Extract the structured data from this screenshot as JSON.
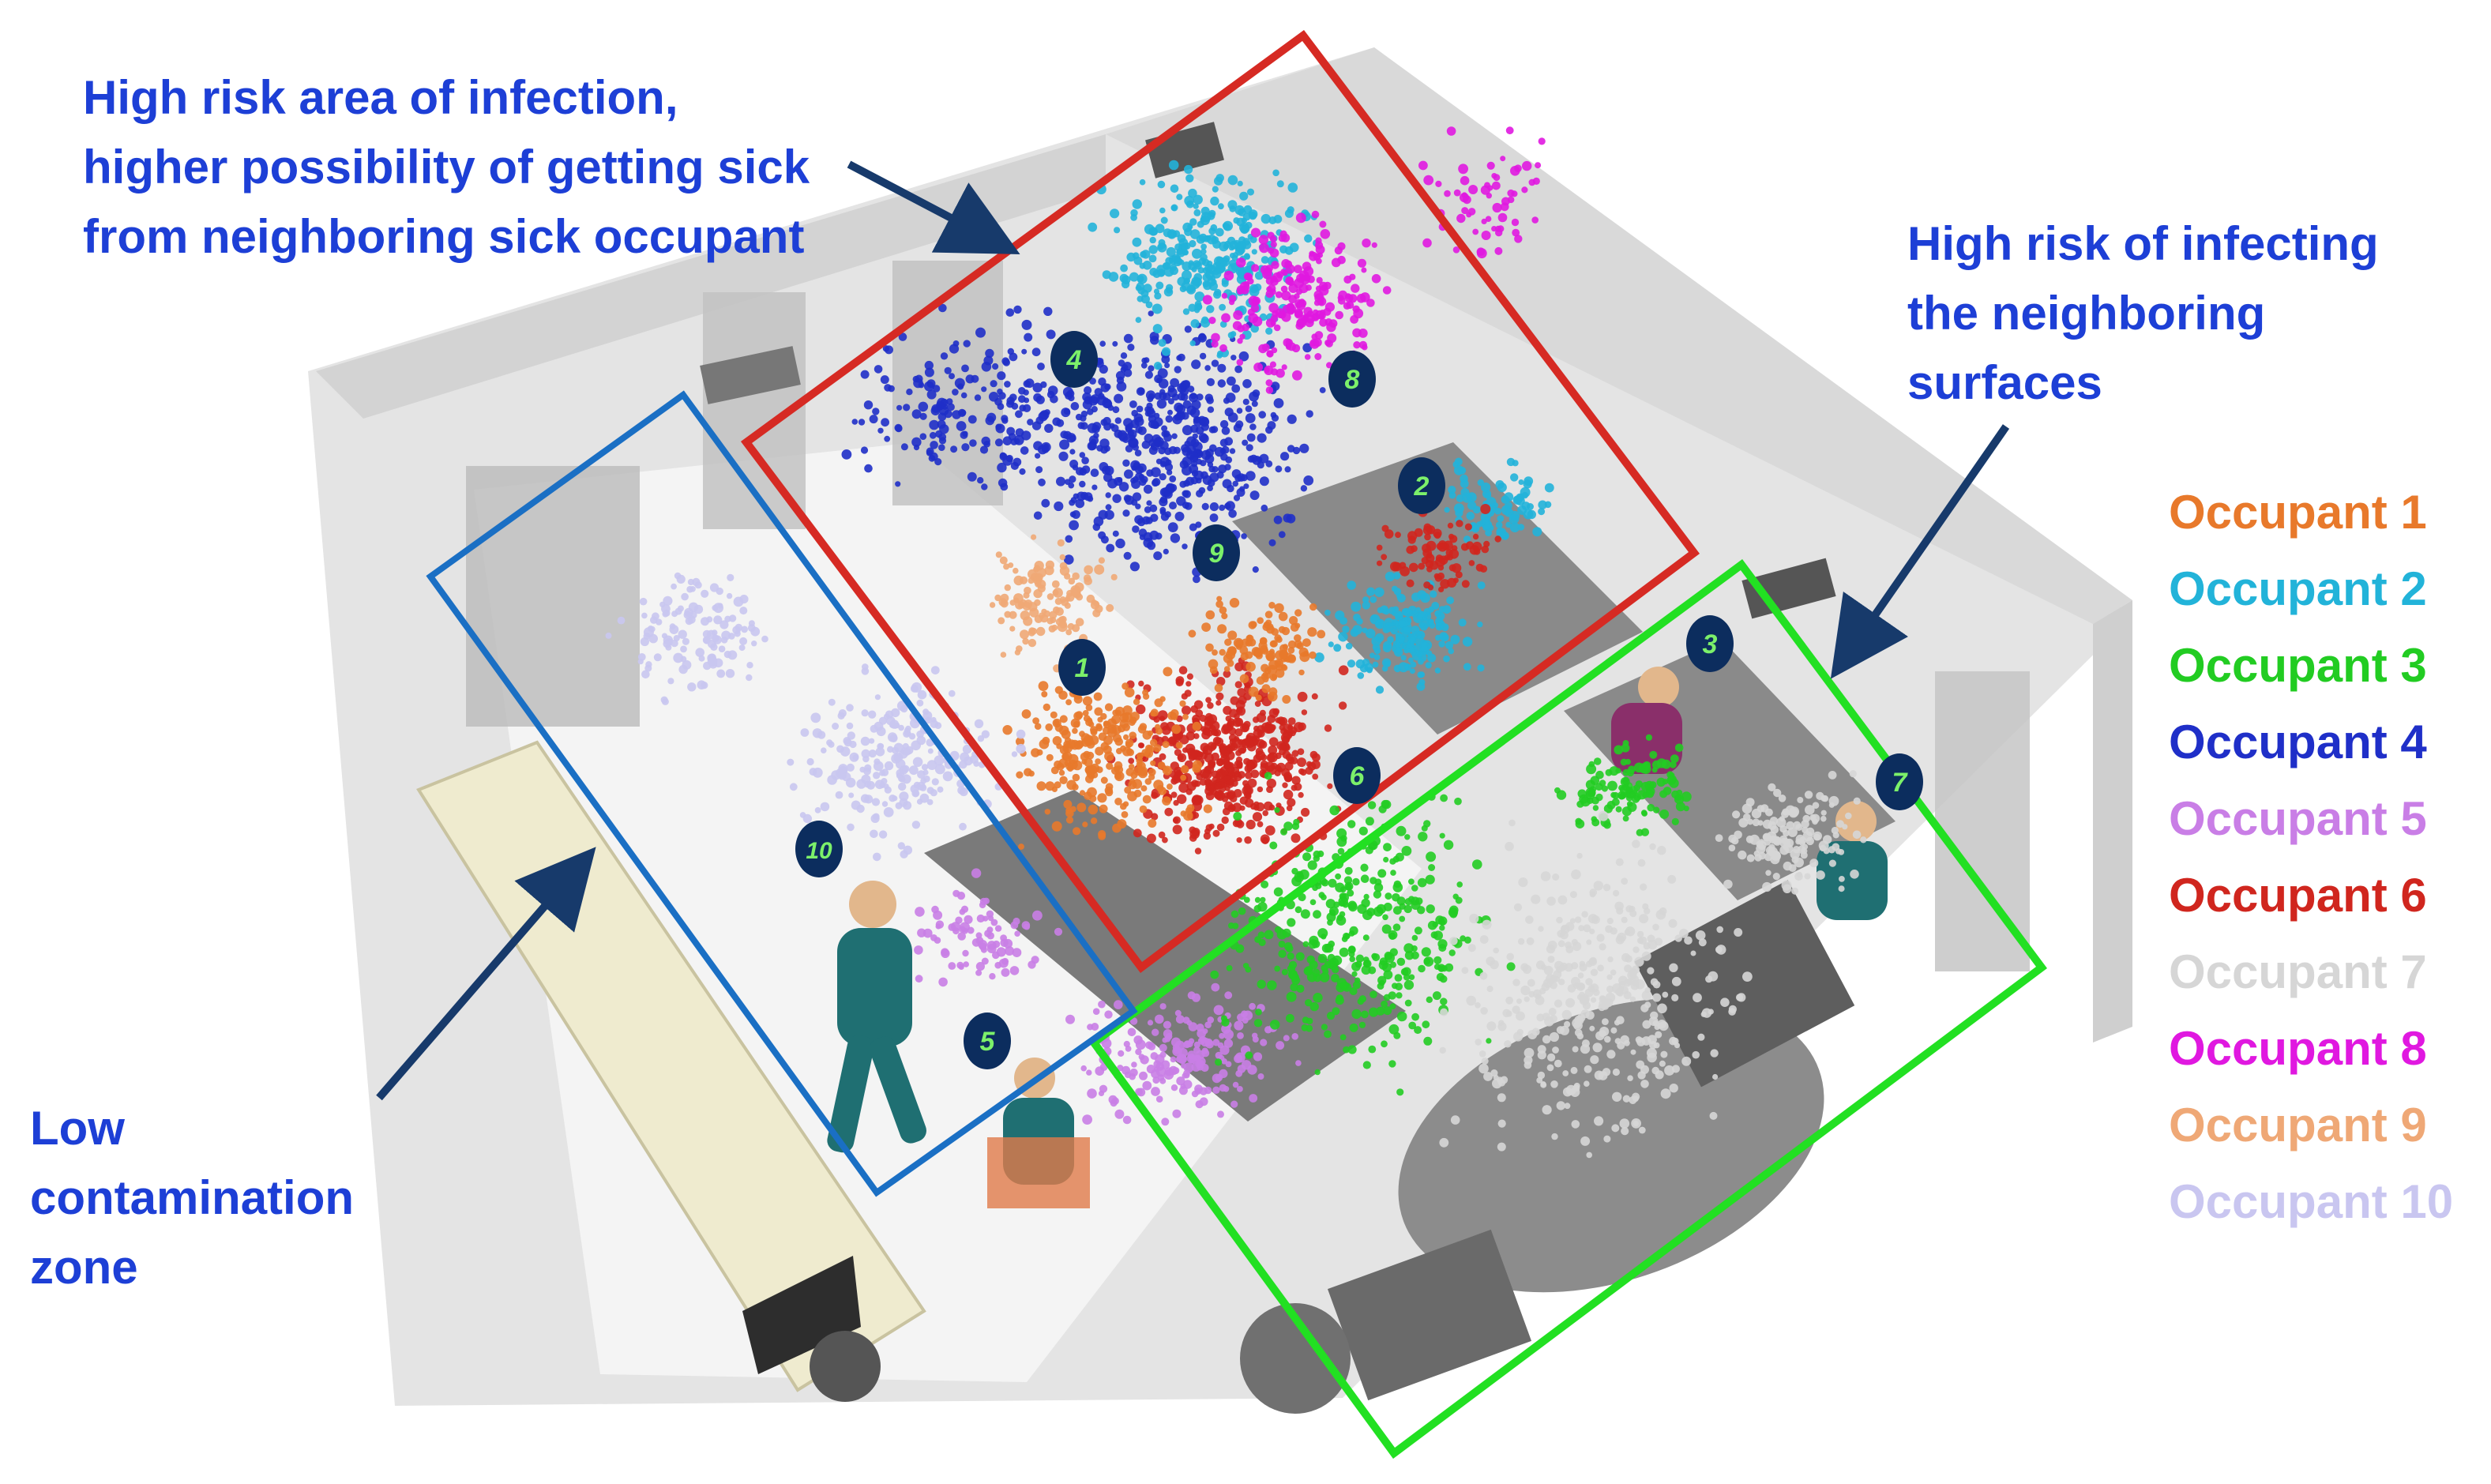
{
  "annotations": {
    "high_risk_area": [
      "High risk area of infection,",
      "higher possibility of getting sick",
      "from neighboring sick occupant"
    ],
    "high_risk_infecting": [
      "High risk of infecting",
      "the neighboring",
      "surfaces"
    ],
    "low_contamination": [
      "Low",
      "contamination",
      "zone"
    ]
  },
  "occupant_markers": [
    {
      "label": "1"
    },
    {
      "label": "2"
    },
    {
      "label": "3"
    },
    {
      "label": "4"
    },
    {
      "label": "5"
    },
    {
      "label": "6"
    },
    {
      "label": "7"
    },
    {
      "label": "8"
    },
    {
      "label": "9"
    },
    {
      "label": "10"
    }
  ],
  "legend": [
    {
      "label": "Occupant 1",
      "color": "#e8792b"
    },
    {
      "label": "Occupant 2",
      "color": "#22b3d9"
    },
    {
      "label": "Occupant 3",
      "color": "#22cc22"
    },
    {
      "label": "Occupant 4",
      "color": "#1f2fc8"
    },
    {
      "label": "Occupant 5",
      "color": "#c97ee6"
    },
    {
      "label": "Occupant 6",
      "color": "#d0261e"
    },
    {
      "label": "Occupant 7",
      "color": "#d6d6d6"
    },
    {
      "label": "Occupant 8",
      "color": "#e018e0"
    },
    {
      "label": "Occupant 9",
      "color": "#efa876"
    },
    {
      "label": "Occupant 10",
      "color": "#c9c6f0"
    }
  ],
  "zone_colors": {
    "high_risk_area": "#d62a23",
    "high_risk_infecting": "#22e022",
    "low_contamination": "#1a6fc4",
    "arrow": "#173a6b",
    "marker_fill": "#0c2d5e",
    "marker_text": "#7cf06a"
  }
}
